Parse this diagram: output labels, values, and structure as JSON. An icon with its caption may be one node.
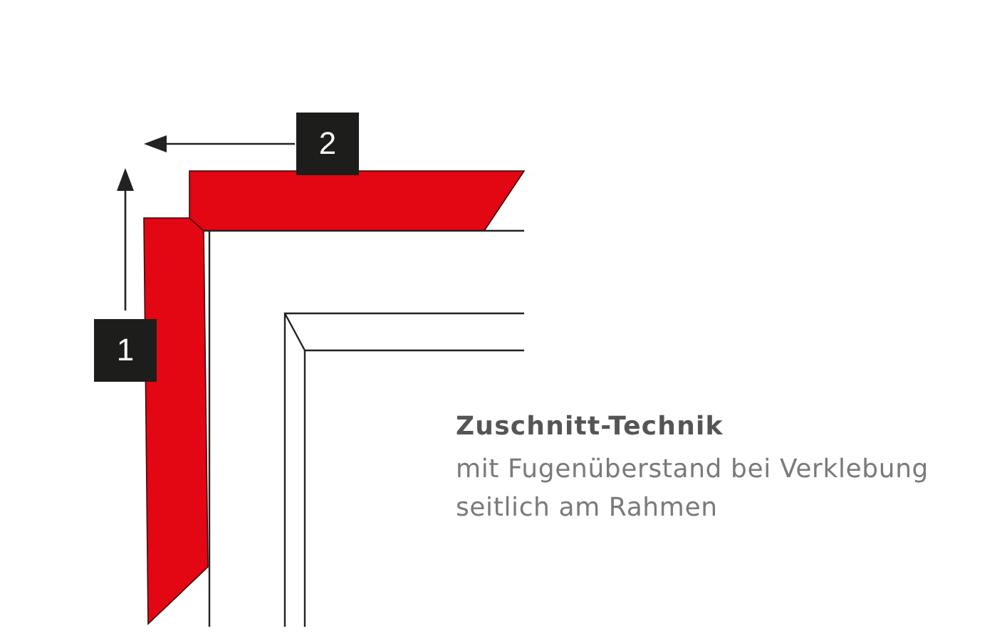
{
  "diagram": {
    "title": "Zuschnitt-Technik",
    "caption": "mit Fugenüberstand bei Verklebung seitlich am Rahmen",
    "labels": [
      "2",
      "1"
    ]
  }
}
